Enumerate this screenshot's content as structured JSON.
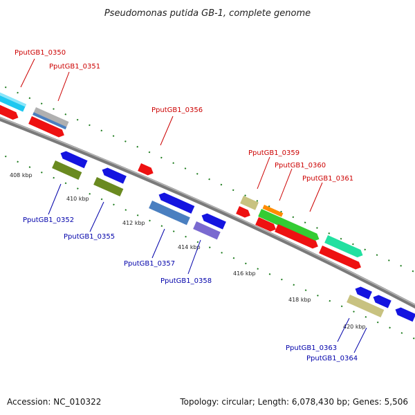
{
  "title": "Pseudomonas putida GB-1, complete genome",
  "footer": {
    "accession": "Accession: NC_010322",
    "topology": "Topology: circular; Length: 6,078,430 bp; Genes: 5,506"
  },
  "colors": {
    "top_label": "#cc0000",
    "bottom_label": "#0000aa",
    "backbone": "#808080",
    "tick": "#1a7a1a"
  },
  "tick_labels": [
    "408 kbp",
    "410 kbp",
    "412 kbp",
    "414 kbp",
    "416 kbp",
    "418 kbp",
    "420 kbp"
  ],
  "gene_labels": [
    {
      "id": "g0350",
      "text": "PputGB1_0350",
      "strand": "top"
    },
    {
      "id": "g0351",
      "text": "PputGB1_0351",
      "strand": "top"
    },
    {
      "id": "g0356",
      "text": "PputGB1_0356",
      "strand": "top"
    },
    {
      "id": "g0359",
      "text": "PputGB1_0359",
      "strand": "top"
    },
    {
      "id": "g0360",
      "text": "PputGB1_0360",
      "strand": "top"
    },
    {
      "id": "g0361",
      "text": "PputGB1_0361",
      "strand": "top"
    },
    {
      "id": "g0352",
      "text": "PputGB1_0352",
      "strand": "bottom"
    },
    {
      "id": "g0355",
      "text": "PputGB1_0355",
      "strand": "bottom"
    },
    {
      "id": "g0357",
      "text": "PputGB1_0357",
      "strand": "bottom"
    },
    {
      "id": "g0358",
      "text": "PputGB1_0358",
      "strand": "bottom"
    },
    {
      "id": "g0363",
      "text": "PputGB1_0363",
      "strand": "bottom"
    },
    {
      "id": "g0364",
      "text": "PputGB1_0364",
      "strand": "bottom"
    }
  ]
}
